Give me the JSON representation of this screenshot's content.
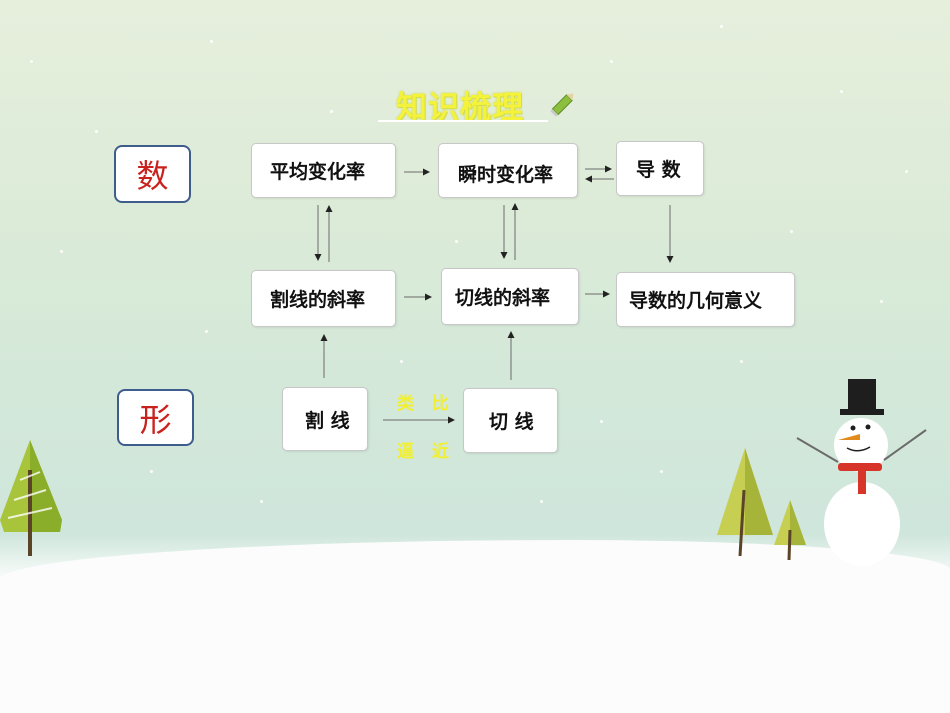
{
  "title": "知识梳理",
  "side_labels": {
    "shu": "数",
    "xing": "形"
  },
  "boxes": {
    "avg_rate": "平均变化率",
    "inst_rate": "瞬时变化率",
    "derivative": "导 数",
    "secant_slope": "割线的斜率",
    "tangent_slope": "切线的斜率",
    "geo_meaning": "导数的几何意义",
    "secant": "割 线",
    "tangent": "切 线"
  },
  "arrow_labels": {
    "top": "类 比",
    "bottom": "逼 近"
  }
}
